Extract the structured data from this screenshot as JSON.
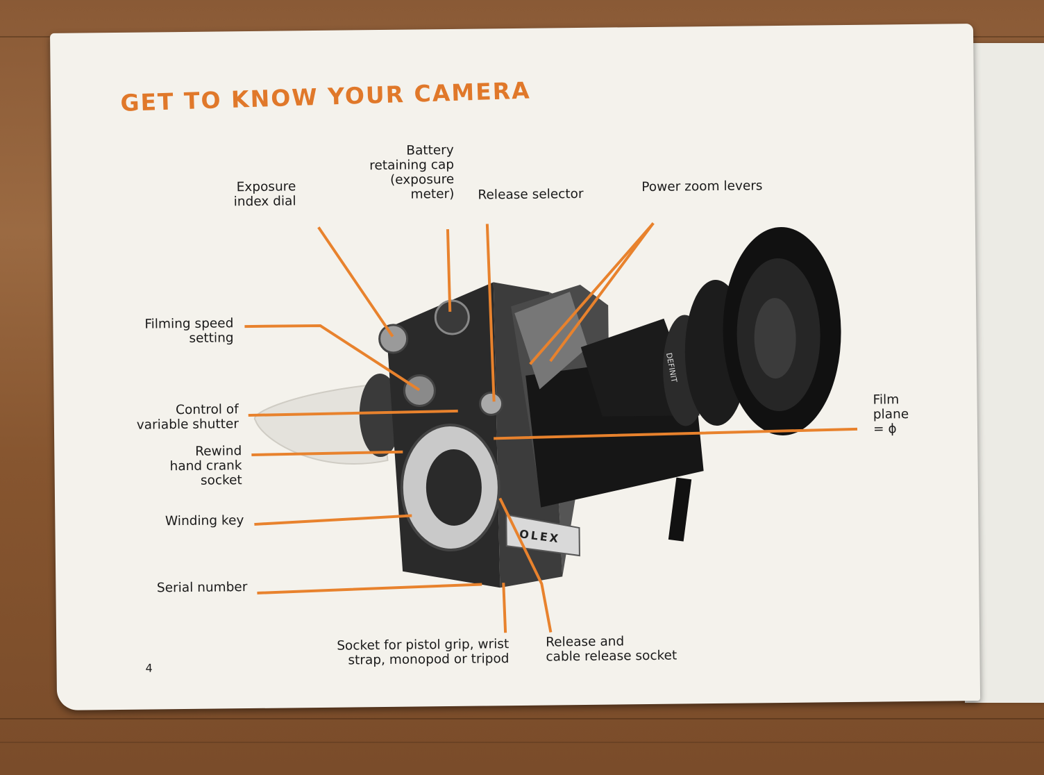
{
  "title": "GET TO KNOW YOUR CAMERA",
  "page_number": "4",
  "labels": {
    "exposure_index_dial": "Exposure\nindex dial",
    "battery_retaining_cap": "Battery\nretaining cap\n(exposure\nmeter)",
    "release_selector": "Release selector",
    "power_zoom_levers": "Power zoom levers",
    "filming_speed_setting": "Filming speed\nsetting",
    "control_of_variable_shutter": "Control of\nvariable shutter",
    "rewind_hand_crank_socket": "Rewind\nhand crank\nsocket",
    "winding_key": "Winding key",
    "serial_number": "Serial number",
    "film_plane": "Film\nplane\n= ϕ",
    "socket_for_pistol_grip": "Socket for pistol grip, wrist\nstrap, monopod or tripod",
    "release_and_cable_release_socket": "Release and\ncable release socket"
  },
  "camera_markings": {
    "brand": "OLEX",
    "lens_text": "DEFINIT"
  },
  "colors": {
    "accent": "#e0782a",
    "text": "#1a1a1a",
    "paper": "#f4f2ec",
    "leader_line": "#e8822d"
  }
}
